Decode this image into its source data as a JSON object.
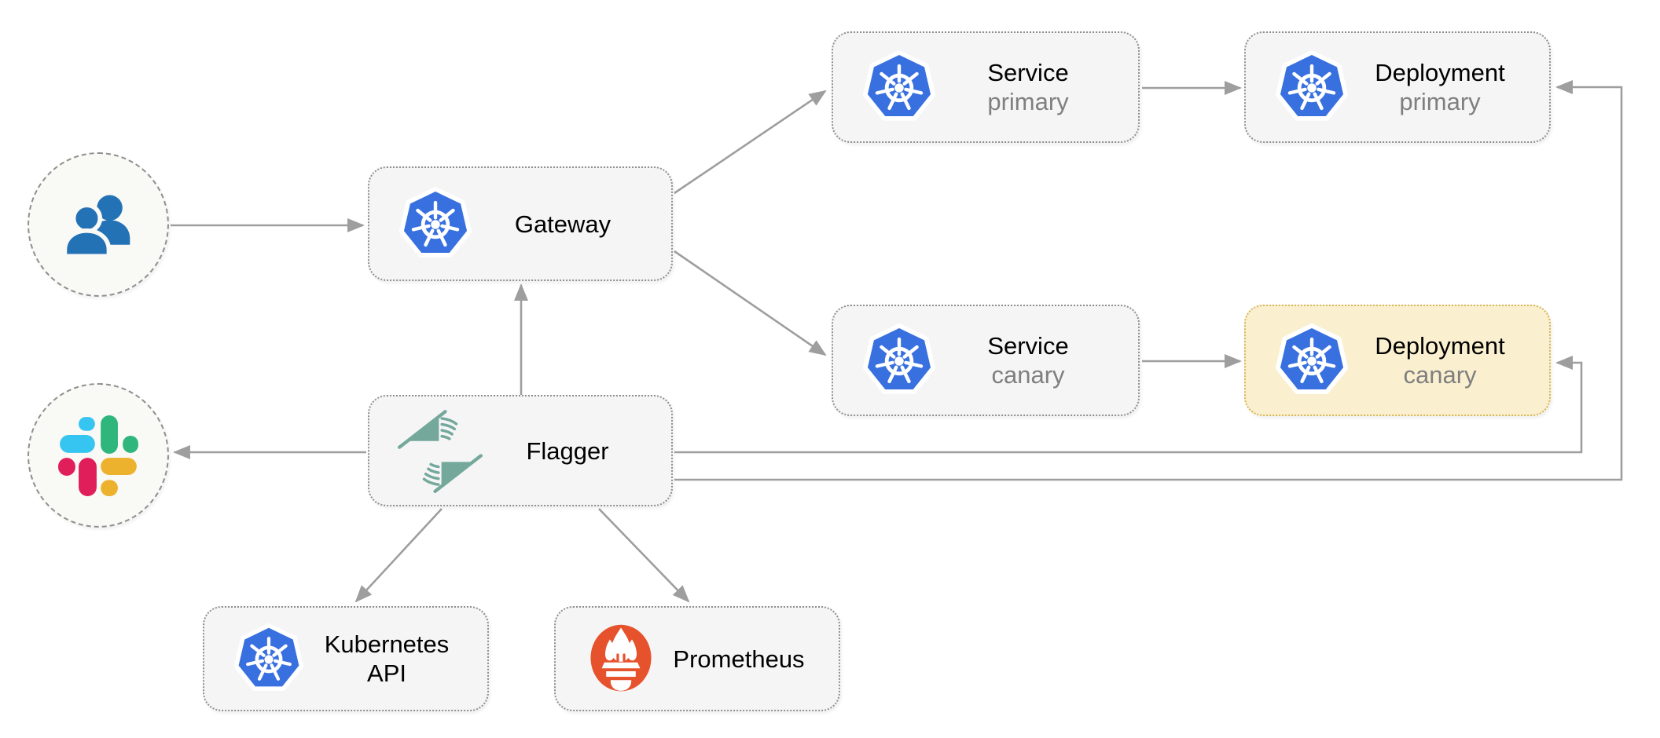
{
  "diagram_type": "architecture-flow",
  "colors": {
    "background": "#ffffff",
    "box_fill": "#f5f5f5",
    "box_border": "#8f8f8f",
    "circle_fill": "#f9f9f6",
    "canary_fill": "#faf0d0",
    "canary_border": "#d6b656",
    "arrow": "#9e9e9e",
    "label": "#000000",
    "sublabel": "#7f7f7f",
    "kubernetes_blue": "#3870e0",
    "flagger_teal": "#74a89b",
    "prometheus_orange": "#e6522c",
    "users_blue": "#2272b5",
    "slack_blue": "#36c5f0",
    "slack_green": "#2eb67d",
    "slack_red": "#e01e5a",
    "slack_yellow": "#ecb22e"
  },
  "nodes": {
    "users": {
      "icon": "users-icon"
    },
    "slack": {
      "icon": "slack-icon"
    },
    "gateway": {
      "label": "Gateway",
      "icon": "kubernetes-icon"
    },
    "service_primary": {
      "label": "Service",
      "sublabel": "primary",
      "icon": "kubernetes-icon"
    },
    "deployment_primary": {
      "label": "Deployment",
      "sublabel": "primary",
      "icon": "kubernetes-icon"
    },
    "service_canary": {
      "label": "Service",
      "sublabel": "canary",
      "icon": "kubernetes-icon"
    },
    "deployment_canary": {
      "label": "Deployment",
      "sublabel": "canary",
      "icon": "kubernetes-icon",
      "highlighted": true
    },
    "flagger": {
      "label": "Flagger",
      "icon": "flagger-icon"
    },
    "kubernetes_api": {
      "label": "Kubernetes",
      "label2": "API",
      "icon": "kubernetes-icon"
    },
    "prometheus": {
      "label": "Prometheus",
      "icon": "prometheus-icon"
    }
  },
  "edges": [
    {
      "from": "users",
      "to": "gateway"
    },
    {
      "from": "flagger",
      "to": "gateway"
    },
    {
      "from": "gateway",
      "to": "service_primary"
    },
    {
      "from": "gateway",
      "to": "service_canary"
    },
    {
      "from": "service_primary",
      "to": "deployment_primary"
    },
    {
      "from": "service_canary",
      "to": "deployment_canary"
    },
    {
      "from": "flagger",
      "to": "slack"
    },
    {
      "from": "flagger",
      "to": "kubernetes_api"
    },
    {
      "from": "flagger",
      "to": "prometheus"
    },
    {
      "from": "flagger",
      "to": "deployment_canary"
    },
    {
      "from": "flagger",
      "to": "deployment_primary"
    }
  ]
}
